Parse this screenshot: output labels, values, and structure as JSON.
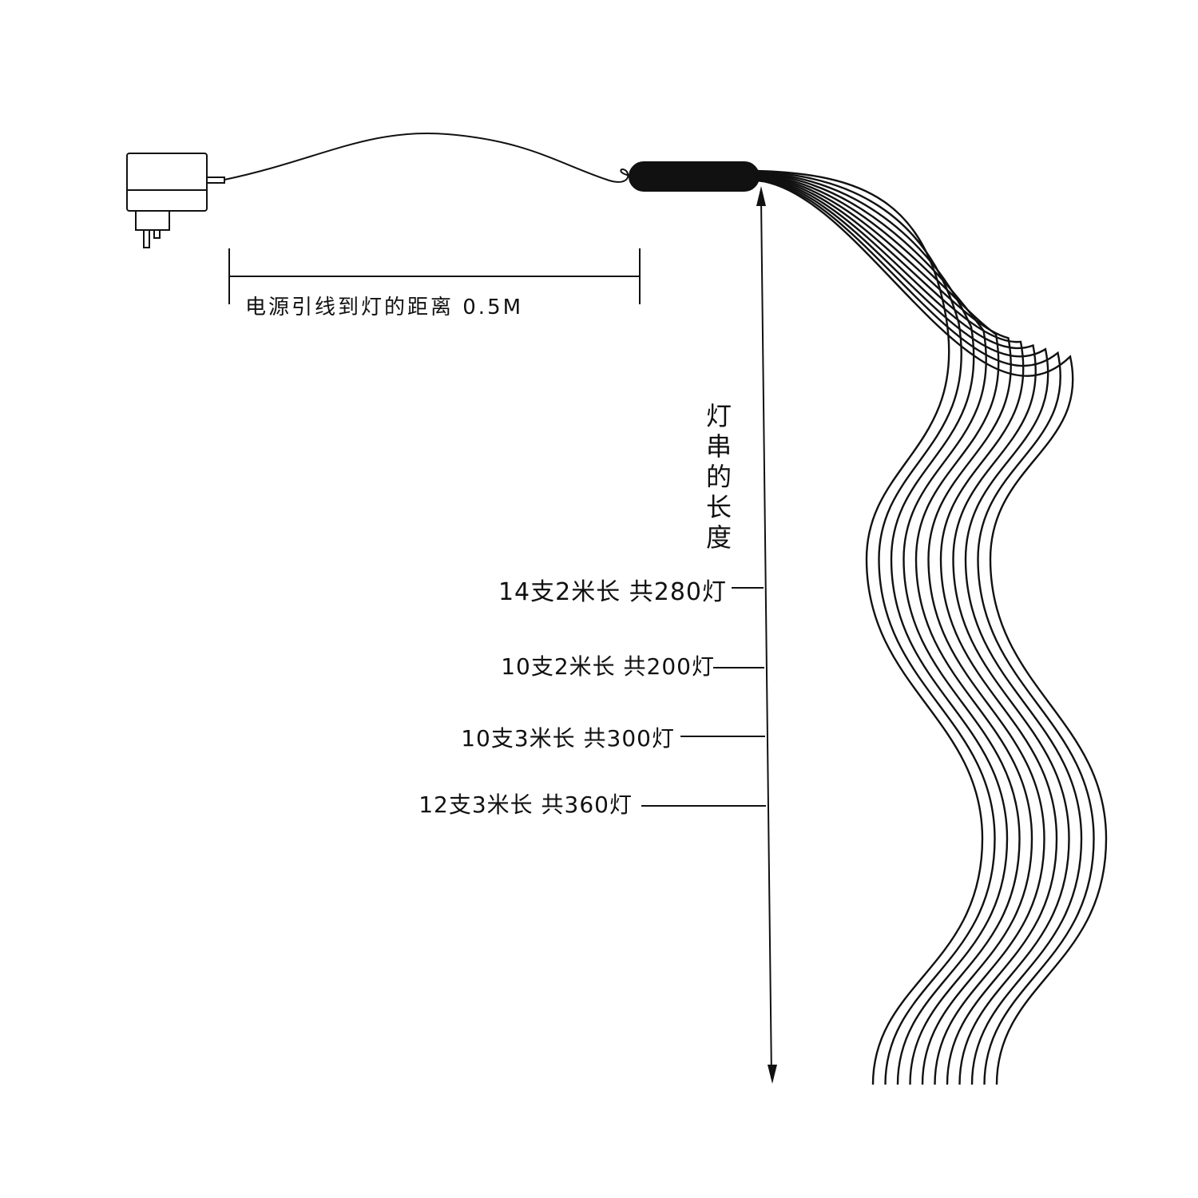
{
  "lead_label": "电源引线到灯的距离 0.5M",
  "string_length_label": [
    "灯",
    "串",
    "的",
    "长",
    "度"
  ],
  "specs": [
    "14支2米长  共280灯",
    "10支2米长    共200灯",
    "10支3米长    共300灯",
    "12支3米长  共360灯"
  ],
  "colors": {
    "line": "#111111",
    "adapter_fill": "#ffffff",
    "controller_fill": "#111111"
  },
  "strand_count": 11
}
